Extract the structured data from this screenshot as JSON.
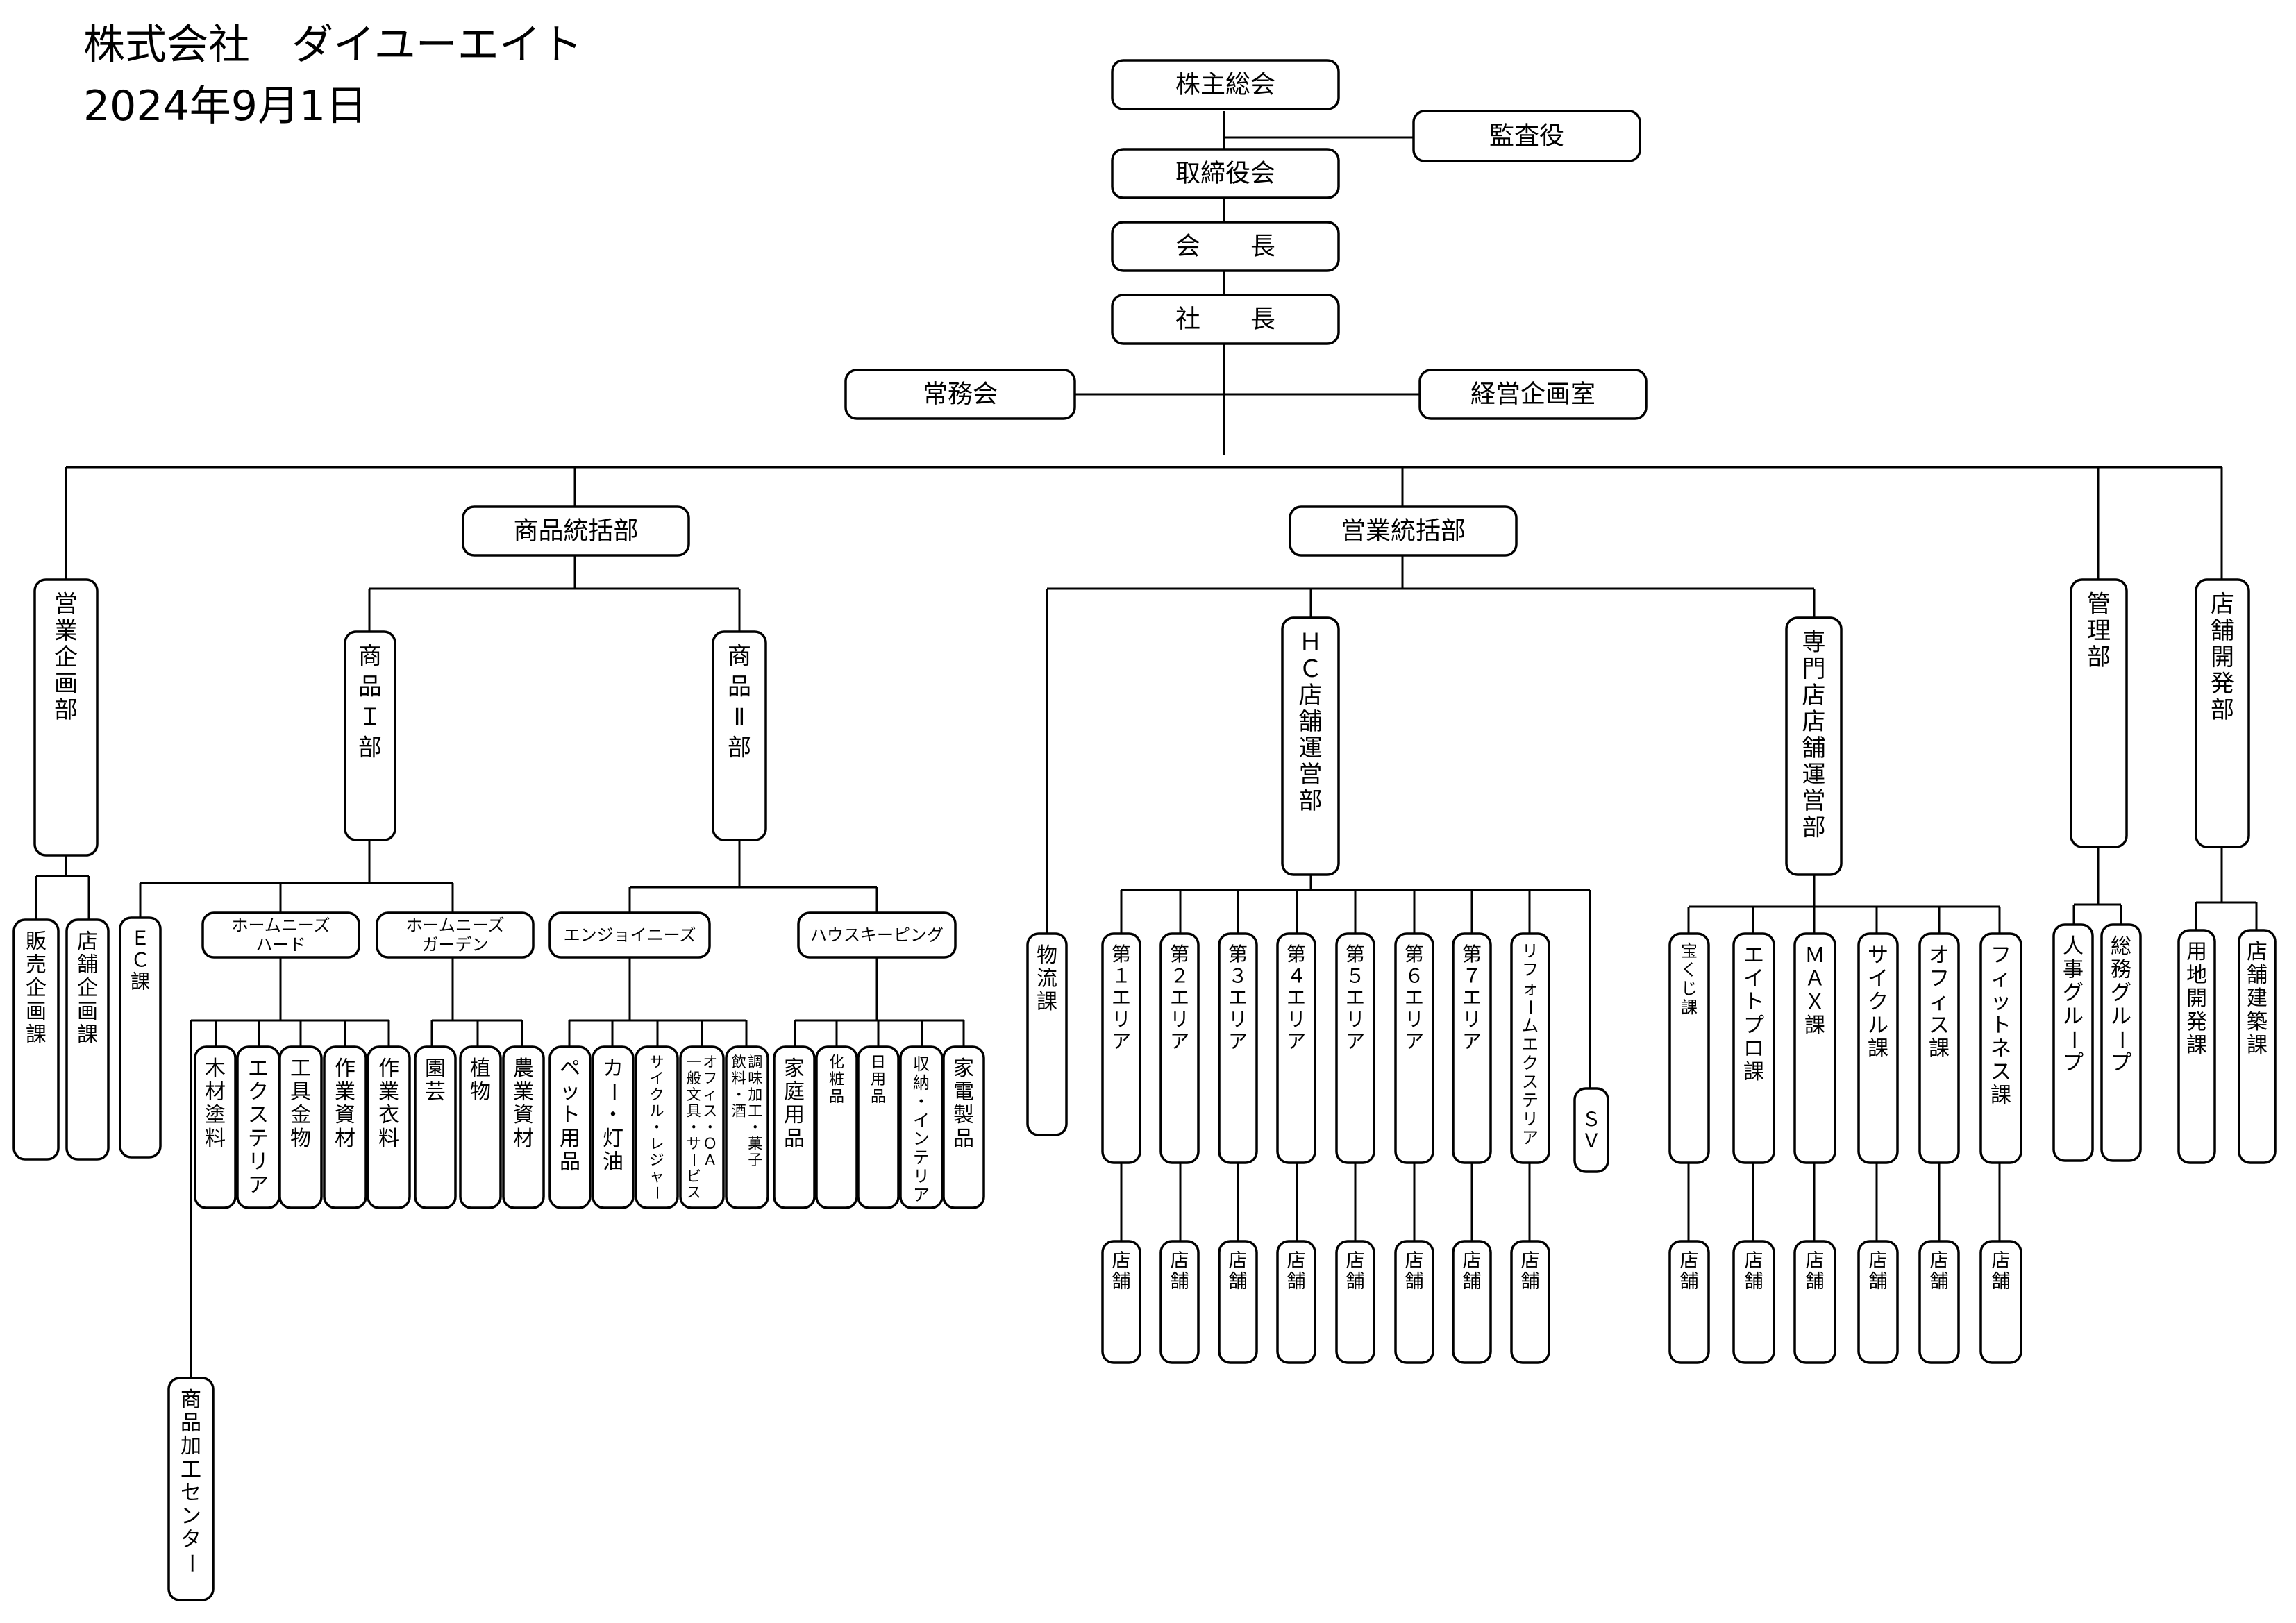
{
  "header": {
    "company": "株式会社　ダイユーエイト",
    "date": "2024年9月1日"
  },
  "chart": {
    "shareholders": "株主総会",
    "auditor": "監査役",
    "board": "取締役会",
    "chairman": "会　　長",
    "president": "社　　長",
    "executive_committee": "常務会",
    "planning_office": "経営企画室",
    "sales_planning_dept": {
      "name": "営業企画部",
      "sections": [
        "販売企画課",
        "店舗企画課"
      ]
    },
    "merchandise_hq": {
      "name": "商品統括部",
      "ec": "ＥＣ課",
      "processing_center": "商品加工センター",
      "dept1": {
        "name": "商品Ⅰ部",
        "groups": [
          {
            "name": "ホームニーズハード",
            "lines": [
              "ホームニーズ",
              "ハード"
            ],
            "sections": [
              "木材塗料",
              "エクステリア",
              "工具金物",
              "作業資材",
              "作業衣料"
            ]
          },
          {
            "name": "ホームニーズガーデン",
            "lines": [
              "ホームニーズ",
              "ガーデン"
            ],
            "sections": [
              "園芸",
              "植物",
              "農業資材"
            ]
          }
        ]
      },
      "dept2": {
        "name": "商品Ⅱ部",
        "groups": [
          {
            "name": "エンジョイニーズ",
            "lines": [
              "エンジョイニーズ"
            ],
            "sections": [
              "ペット用品",
              "カー・灯油",
              "サイクル・レジャー",
              "オフィス・ＯＡ 一般文具・サービス",
              "調味加工・菓子 飲料・酒"
            ]
          },
          {
            "name": "ハウスキーピング",
            "lines": [
              "ハウスキーピング"
            ],
            "sections": [
              "家庭用品",
              "化粧品",
              "日用品",
              "収納・インテリア",
              "家電製品"
            ]
          }
        ]
      }
    },
    "sales_hq": {
      "name": "営業統括部",
      "logistics": "物流課",
      "hc_dept": {
        "name": "ＨＣ店舗運営部",
        "areas": [
          "第１エリア",
          "第２エリア",
          "第３エリア",
          "第４エリア",
          "第５エリア",
          "第６エリア",
          "第７エリア",
          "リフォームエクステリア"
        ],
        "sv": "ＳＶ"
      },
      "specialty_dept": {
        "name": "専門店店舗運営部",
        "sections": [
          "宝くじ課",
          "エイトプロ課",
          "ＭＡＸ課",
          "サイクル課",
          "オフィス課",
          "フィットネス課"
        ]
      },
      "store": "店舗"
    },
    "admin_dept": {
      "name": "管理部",
      "groups": [
        "人事グループ",
        "総務グループ"
      ]
    },
    "store_dev_dept": {
      "name": "店舗開発部",
      "sections": [
        "用地開発課",
        "店舗建築課"
      ]
    }
  }
}
